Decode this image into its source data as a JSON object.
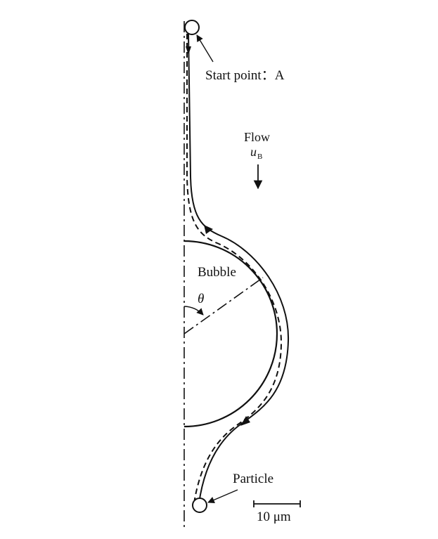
{
  "labels": {
    "start_point": "Start point：A",
    "flow": "Flow",
    "velocity_symbol": "u",
    "velocity_subscript": "B",
    "bubble": "Bubble",
    "angle": "θ",
    "particle": "Particle",
    "scale_bar": "10 μm"
  },
  "colors": {
    "ink": "#111111",
    "background": "#ffffff"
  }
}
